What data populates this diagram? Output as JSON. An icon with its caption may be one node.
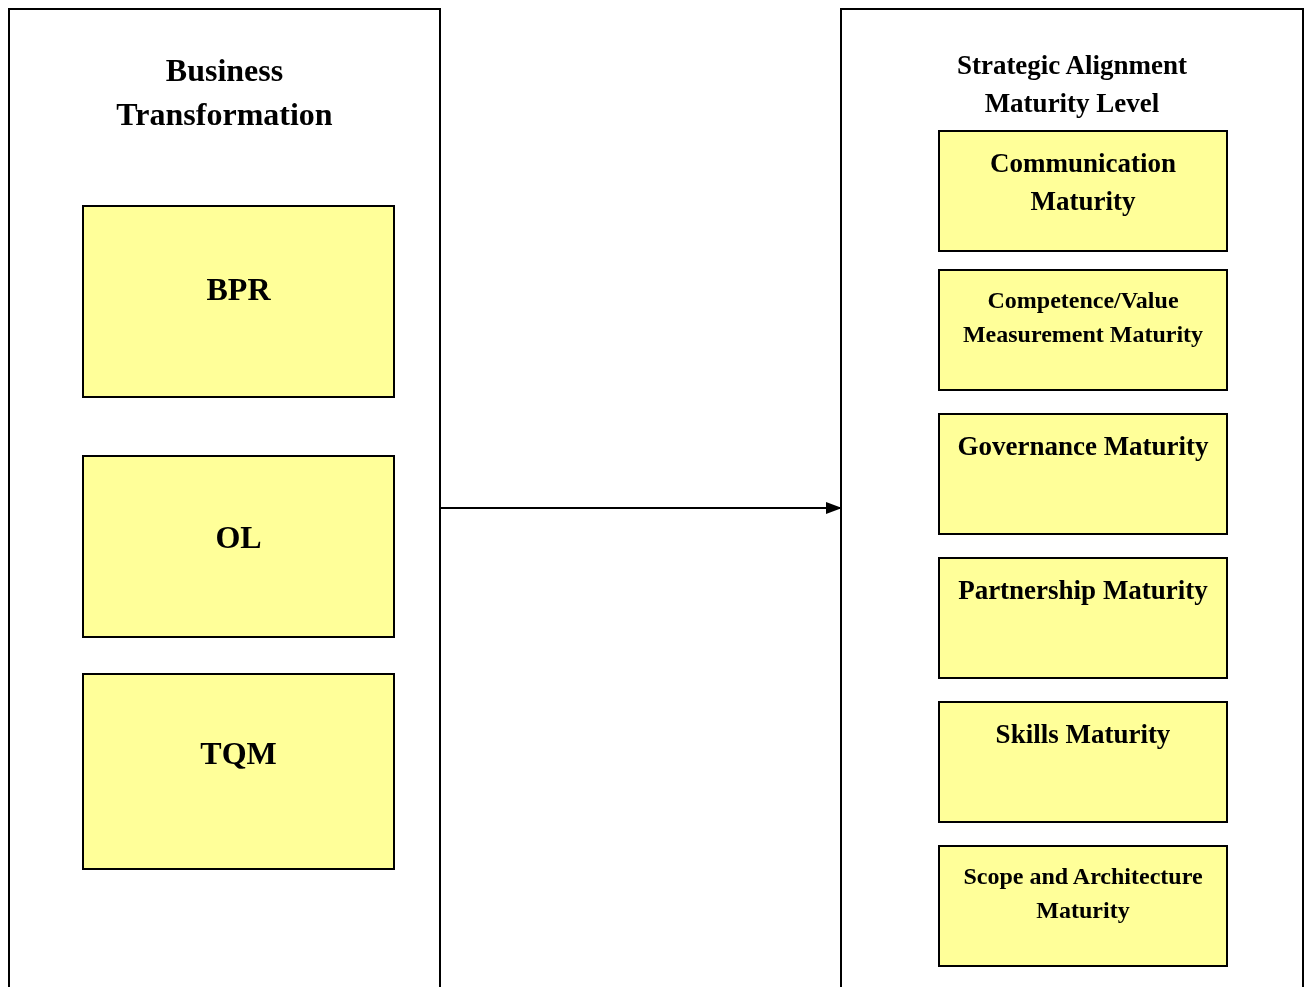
{
  "diagram": {
    "nodes": [
      {
        "text": [
          "Business Transformation"
        ]
      },
      {
        "text": [
          "BPR"
        ],
        "in": 0
      },
      {
        "text": [
          "OL"
        ],
        "in": 0
      },
      {
        "text": [
          "TQM"
        ],
        "in": 0
      },
      {
        "text": [
          "Strategic Alignment Maturity Level"
        ]
      },
      {
        "text": [
          "Communication Maturity"
        ],
        "in": 4
      },
      {
        "text": [
          "Competence/Value Measurement Maturity"
        ],
        "in": 4
      },
      {
        "text": [
          "Governance Maturity"
        ],
        "in": 4
      },
      {
        "text": [
          "Partnership Maturity"
        ],
        "in": 4
      },
      {
        "text": [
          "Skills Maturity"
        ],
        "in": 4
      },
      {
        "text": [
          "Scope and Architecture Maturity"
        ],
        "in": 4
      }
    ],
    "edges": [
      {
        "from": 0,
        "to": 4,
        "arrow": "to"
      }
    ]
  }
}
